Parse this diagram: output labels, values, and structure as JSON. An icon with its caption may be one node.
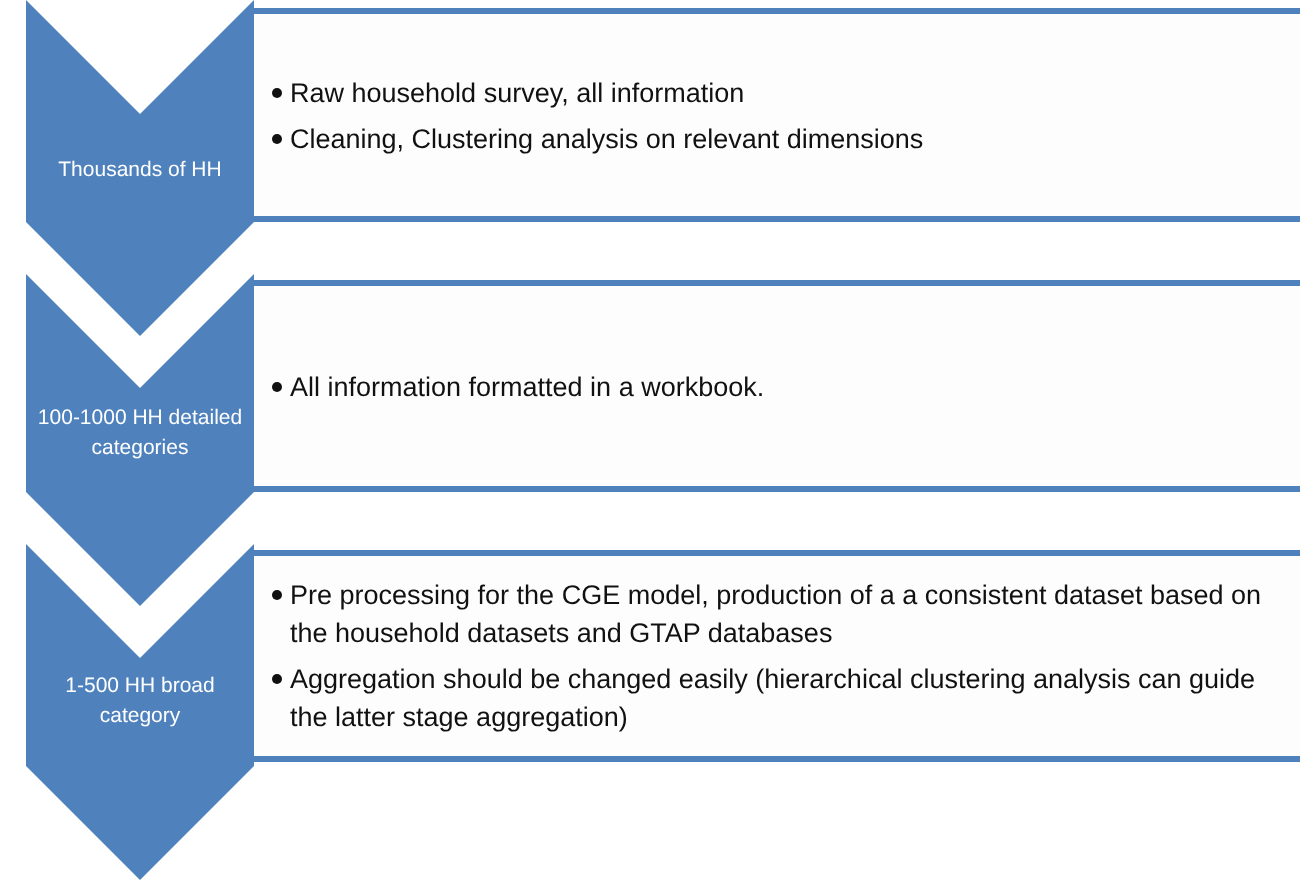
{
  "diagram": {
    "nodes": [
      {
        "text": [
          "Thousands of HH"
        ]
      },
      {
        "text": [
          "Raw household survey, all information",
          "Cleaning, Clustering analysis on relevant dimensions"
        ]
      },
      {
        "text": [
          "100-1000 HH detailed categories"
        ]
      },
      {
        "text": [
          "All information formatted in a workbook."
        ]
      },
      {
        "text": [
          "1-500 HH broad category"
        ]
      },
      {
        "text": [
          "Pre processing for the CGE model, production of a a consistent dataset based on the household datasets and GTAP databases",
          "Aggregation should be changed easily (hierarchical clustering analysis can guide the latter stage aggregation)"
        ]
      }
    ]
  }
}
